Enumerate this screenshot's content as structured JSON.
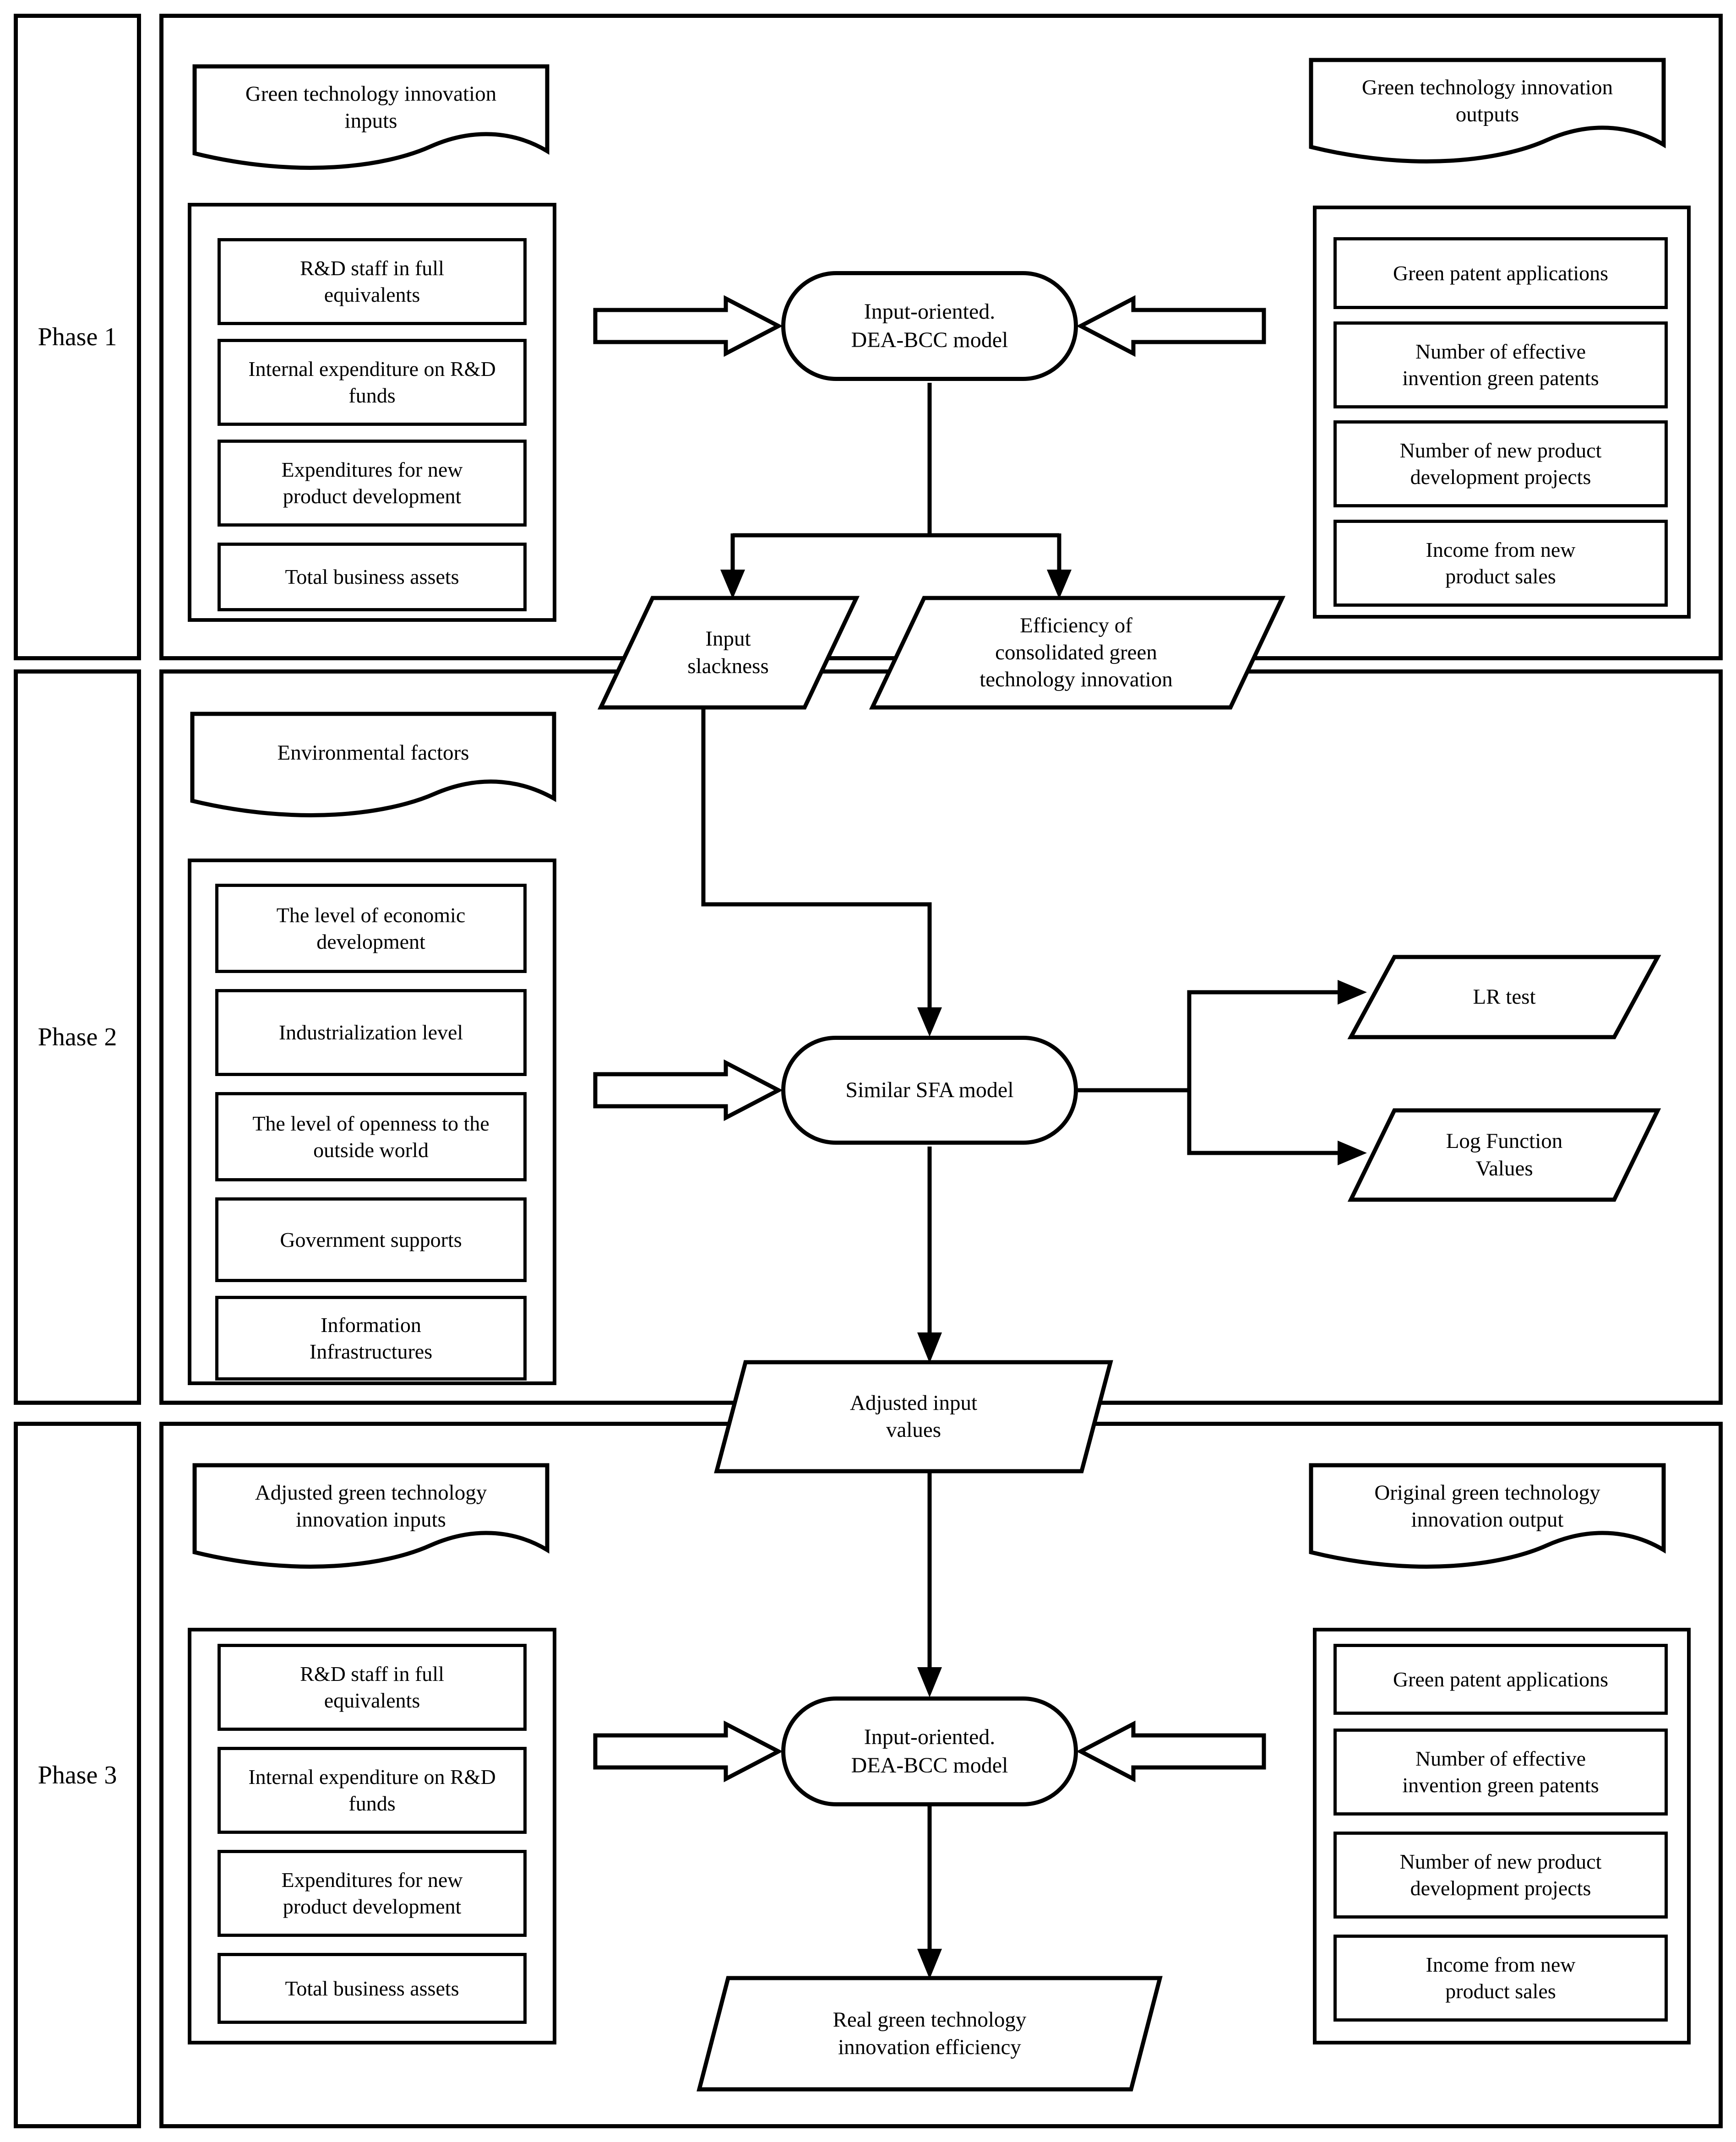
{
  "phase1": {
    "label": "Phase 1",
    "inputs_doc": "Green technology innovation inputs",
    "inputs": [
      "R&D staff in full equivalents",
      "Internal expenditure on R&D funds",
      "Expenditures for new product development",
      "Total business assets"
    ],
    "model_line1": "Input-oriented.",
    "model_line2": "DEA-BCC model",
    "outputs_doc": "Green technology innovation outputs",
    "outputs": [
      "Green patent applications",
      "Number of effective invention green patents",
      "Number of new product development projects",
      "Income from new product sales"
    ],
    "slack_label": "Input slackness",
    "efficiency_label": "Efficiency of consolidated green technology innovation"
  },
  "phase2": {
    "label": "Phase 2",
    "factors_doc": "Environmental factors",
    "factors": [
      "The level of economic development",
      "Industrialization level",
      "The level of openness to the outside world",
      "Government supports",
      "Information Infrastructures"
    ],
    "model": "Similar SFA model",
    "lr_test": "LR test",
    "log_function": "Log Function Values",
    "adjusted_values": "Adjusted input values"
  },
  "phase3": {
    "label": "Phase 3",
    "inputs_doc": "Adjusted green technology innovation inputs",
    "inputs": [
      "R&D staff in full equivalents",
      "Internal expenditure on R&D funds",
      "Expenditures for new product development",
      "Total business assets"
    ],
    "model_line1": "Input-oriented.",
    "model_line2": "DEA-BCC model",
    "outputs_doc": "Original green technology innovation output",
    "outputs": [
      "Green patent applications",
      "Number of effective invention green patents",
      "Number of new product development projects",
      "Income from new product sales"
    ],
    "result": "Real green technology innovation efficiency"
  }
}
